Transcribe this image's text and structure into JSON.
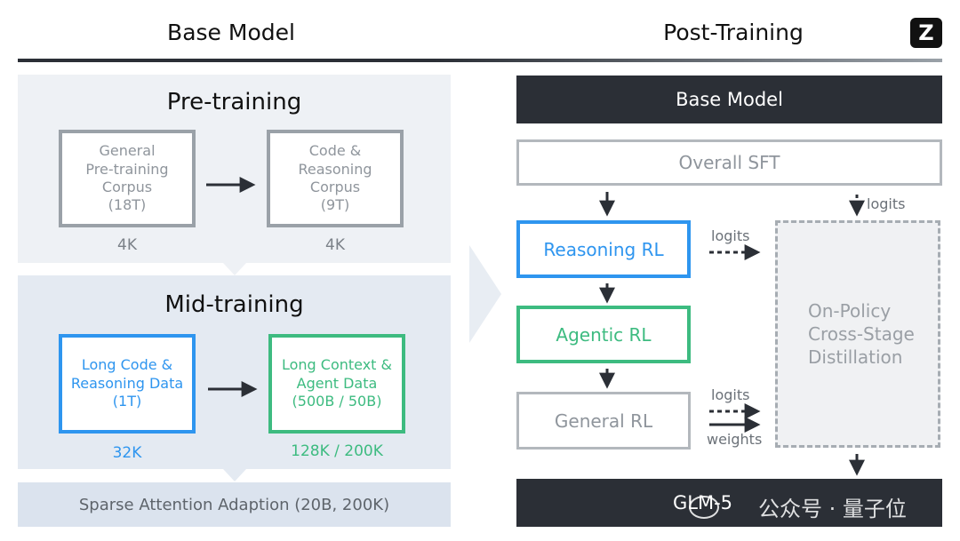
{
  "header": {
    "left_title": "Base Model",
    "right_title": "Post-Training",
    "logo_letter": "Z"
  },
  "base_model": {
    "pretraining": {
      "title": "Pre-training",
      "boxes": [
        {
          "label": "General\nPre-training\nCorpus\n(18T)",
          "context": "4K"
        },
        {
          "label": "Code &\nReasoning\nCorpus\n(9T)",
          "context": "4K"
        }
      ]
    },
    "midtraining": {
      "title": "Mid-training",
      "boxes": [
        {
          "label": "Long Code &\nReasoning Data\n(1T)",
          "context": "32K"
        },
        {
          "label": "Long Context &\nAgent Data\n(500B / 50B)",
          "context": "128K / 200K"
        }
      ]
    },
    "sparse_attention": "Sparse Attention Adaption (20B, 200K)"
  },
  "post_training": {
    "base_model": "Base Model",
    "overall_sft": "Overall SFT",
    "reasoning_rl": "Reasoning RL",
    "agentic_rl": "Agentic RL",
    "general_rl": "General RL",
    "distillation": "On-Policy\nCross-Stage\nDistillation",
    "output": "GLM-5",
    "logits_top": "logits",
    "logits_reasoning": "logits",
    "logits_general": "logits",
    "weights_general": "weights"
  },
  "watermark": "公众号 · 量子位",
  "colors": {
    "blue": "#2e95ef",
    "green": "#3dbb80",
    "gray": "#9aa1a8",
    "dark": "#2b2f36",
    "panel": "#eef1f5"
  }
}
